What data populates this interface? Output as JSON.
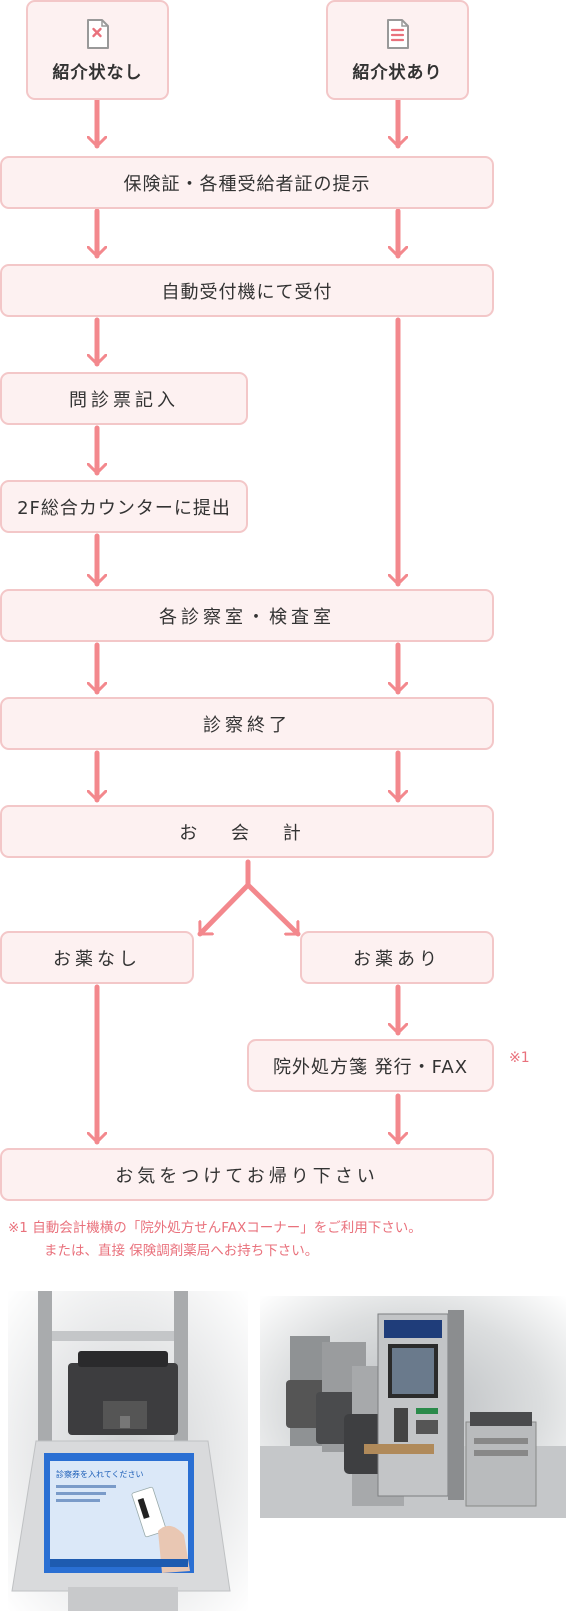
{
  "top": {
    "no_referral": "紹介状なし",
    "with_referral": "紹介状あり"
  },
  "steps": {
    "insurance": "保険証・各種受給者証の提示",
    "reception": "自動受付機にて受付",
    "questionnaire": "問診票記入",
    "submit": "2F総合カウンターに提出",
    "exam_rooms": "各診察室・検査室",
    "exam_end": "診察終了",
    "payment": "お 会 計",
    "no_medicine": "お薬なし",
    "with_medicine": "お薬あり",
    "prescription": "院外処方箋 発行・FAX",
    "goodbye": "お気をつけてお帰り下さい"
  },
  "note": {
    "mark": "※1",
    "line1": "※1 自動会計機横の「院外処方せんFAXコーナー」をご利用下さい。",
    "line2": "または、直接 保険調剤薬局へお持ち下さい。"
  },
  "photo_screen": {
    "title": "診察券を入れてください"
  },
  "colors": {
    "arrow": "#f3888d",
    "box_fill": "#fdf1f1",
    "box_border": "#f3c7c8",
    "note": "#e9717c"
  }
}
